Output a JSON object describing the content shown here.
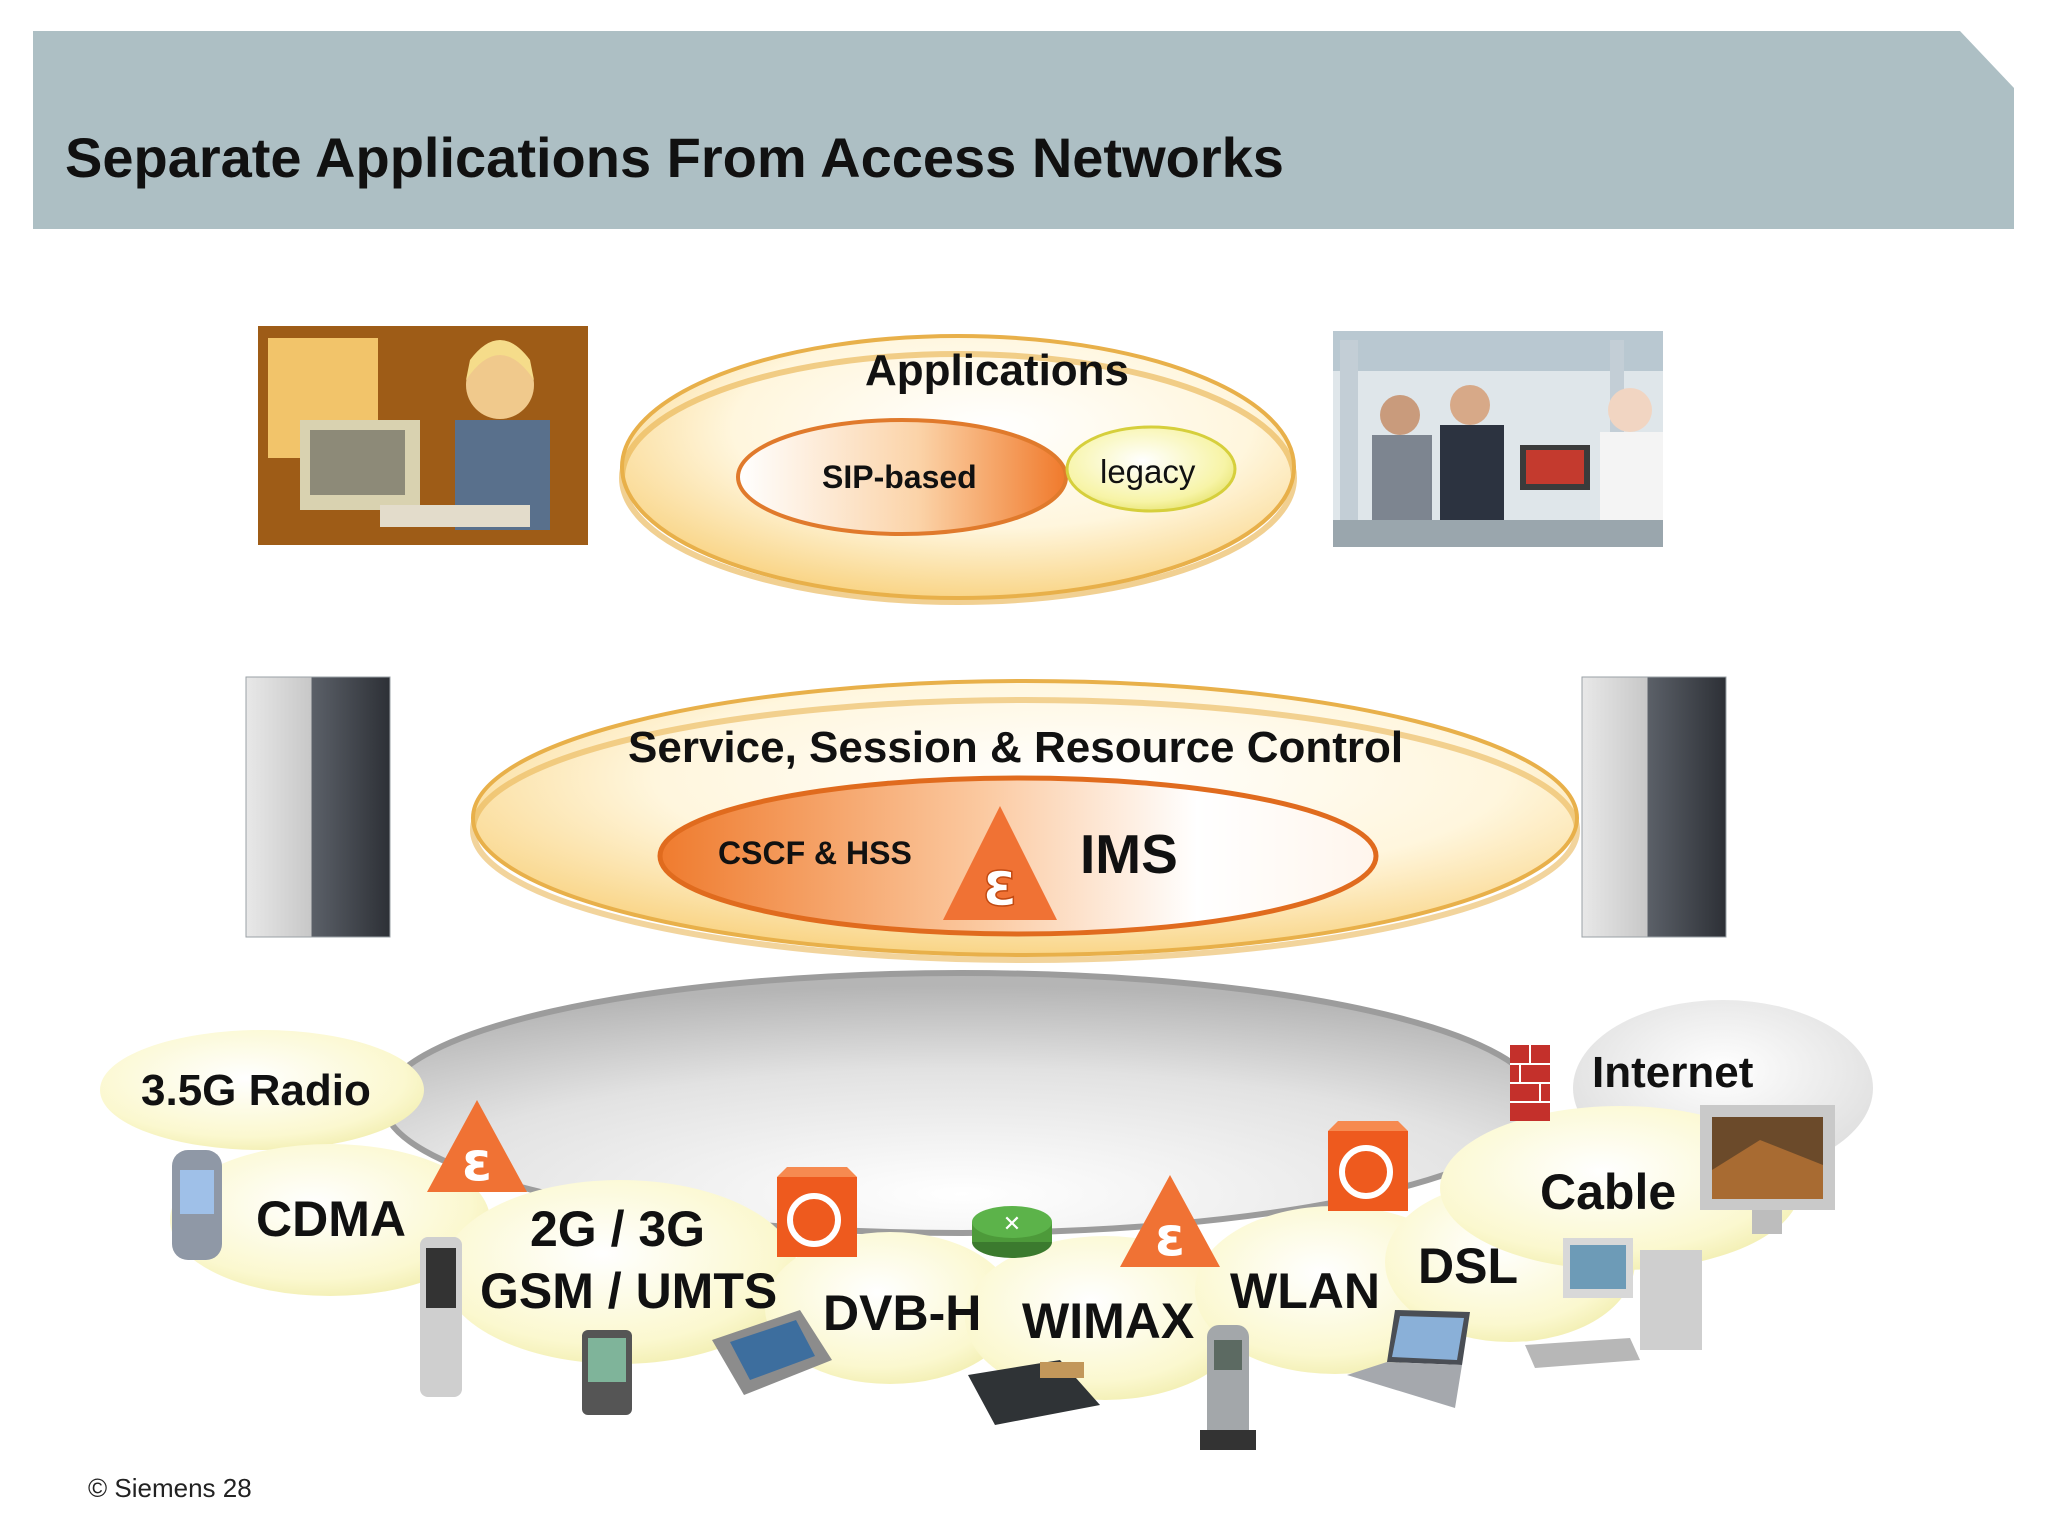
{
  "title": "Separate Applications From Access Networks",
  "applications": {
    "label": "Applications",
    "sip": "SIP-based",
    "legacy": "legacy"
  },
  "control": {
    "label": "Service, Session & Resource Control",
    "cscf": "CSCF & HSS",
    "ims": "IMS"
  },
  "access_networks": {
    "radio": "3.5G Radio",
    "cdma": "CDMA",
    "gsm_line1": "2G / 3G",
    "gsm_line2": "GSM / UMTS",
    "dvbh": "DVB-H",
    "wimax": "WIMAX",
    "wlan": "WLAN",
    "dsl": "DSL",
    "cable": "Cable",
    "internet": "Internet"
  },
  "footer": "© Siemens 28",
  "colors": {
    "header": "#adbfc4",
    "app_fill": "#ffe6a8",
    "ims_fill": "#f08a3c",
    "access_fill": "#fbf8c8",
    "core_fill": "#c9c9c9"
  }
}
